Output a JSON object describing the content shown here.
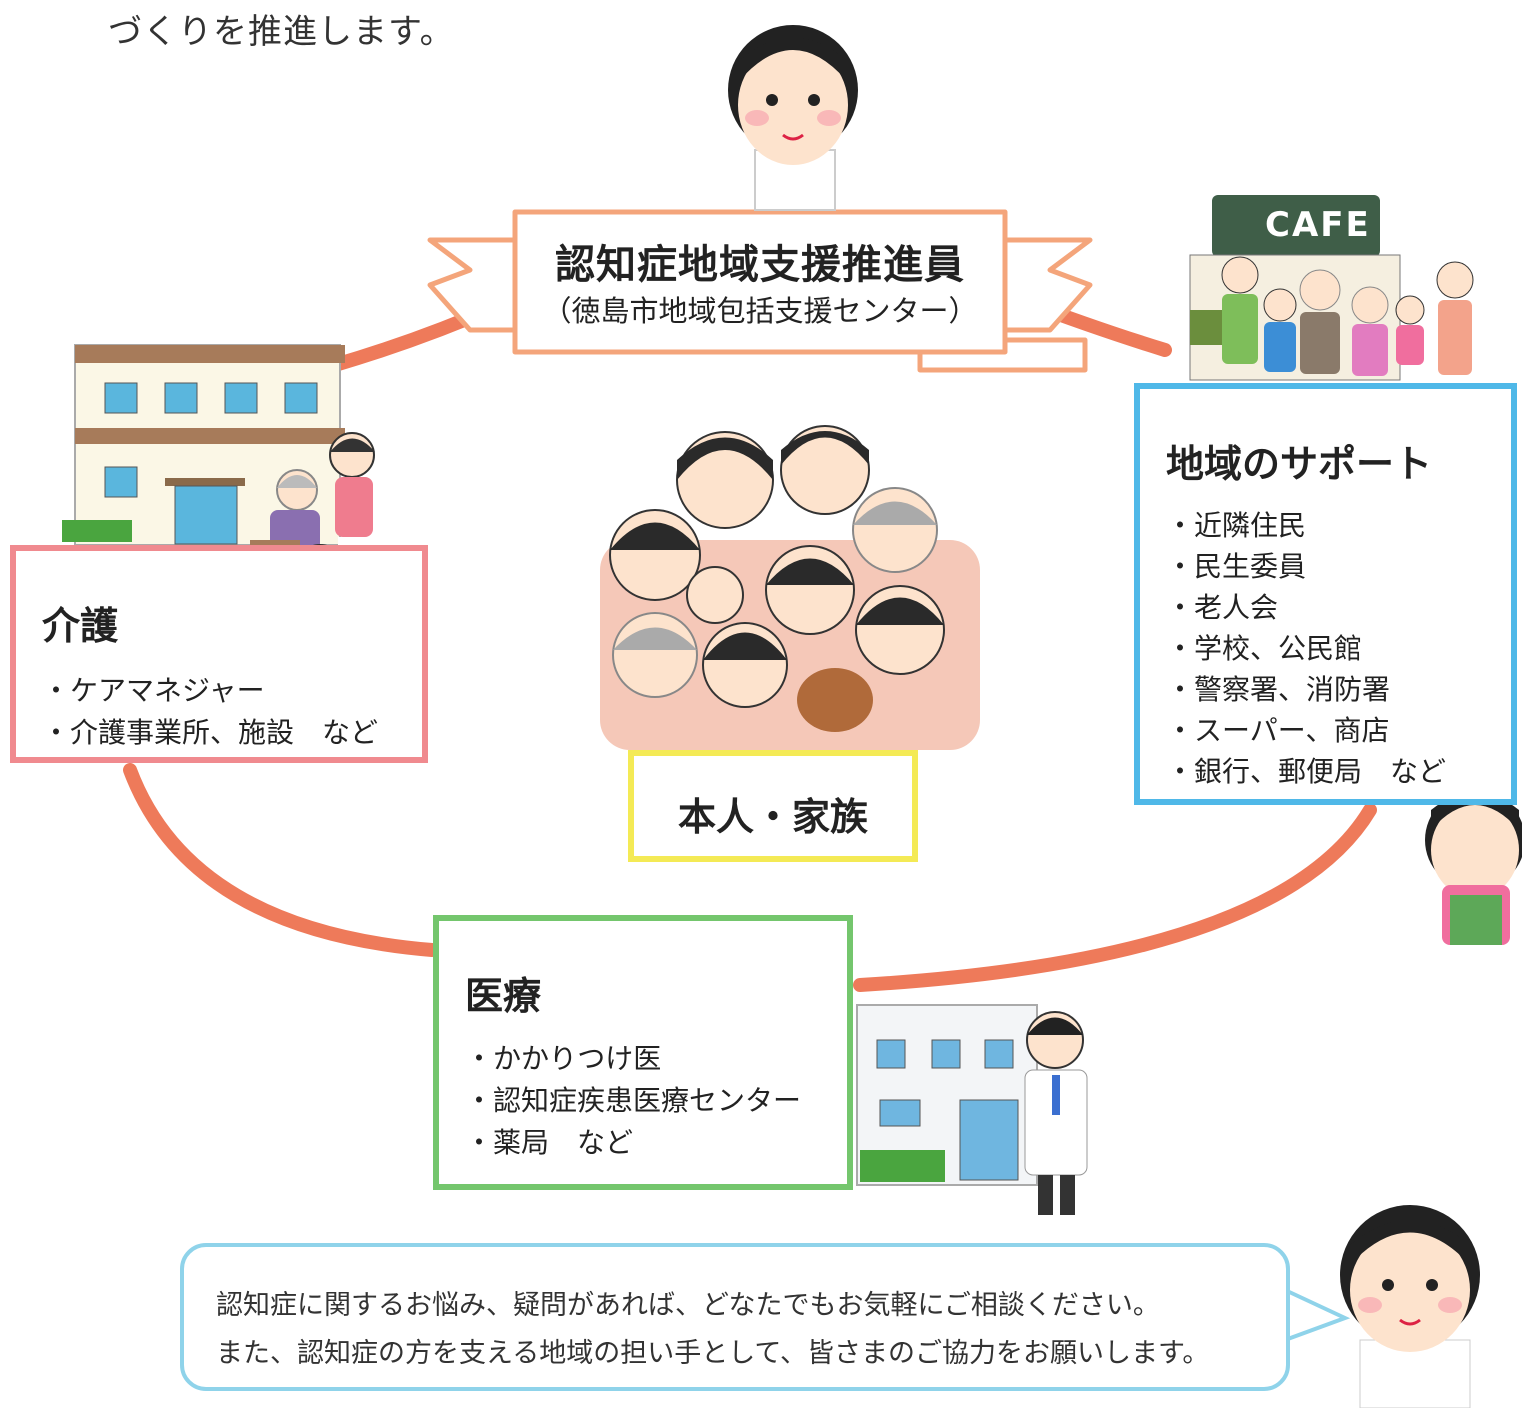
{
  "intro_text": "づくりを推進します。",
  "center_ribbon": {
    "title": "認知症地域支援推進員",
    "subtitle": "（徳島市地域包括支援センター）"
  },
  "kaigo": {
    "title": "介護",
    "items": [
      "・ケアマネジャー",
      "・介護事業所、施設　など"
    ]
  },
  "iryo": {
    "title": "医療",
    "items": [
      "・かかりつけ医",
      "・認知症疾患医療センター",
      "・薬局　など"
    ]
  },
  "chiiki": {
    "title": "地域のサポート",
    "items": [
      "・近隣住民",
      "・民生委員",
      "・老人会",
      "・学校、公民館",
      "・警察署、消防署",
      "・スーパー、商店",
      "・銀行、郵便局　など"
    ]
  },
  "honnin": {
    "title": "本人・家族"
  },
  "cafe_sign": "CAFE",
  "message": {
    "line1": "認知症に関するお悩み、疑問があれば、どなたでもお気軽にご相談ください。",
    "line2": "また、認知症の方を支える地域の担い手として、皆さまのご協力をお願いします。"
  },
  "colors": {
    "connector": "#ee7a5a",
    "ribbon": "#f4a57b",
    "kaigo": "#f08a8f",
    "iryo": "#74c66d",
    "chiiki": "#4fb8e8",
    "honnin": "#f4ea55",
    "speech": "#8fd3ea"
  },
  "icons": [
    "counselor-woman",
    "nursing-home-building",
    "wheelchair-caregiver",
    "cafe-shop",
    "family-group",
    "clinic-building",
    "doctor",
    "shop-clerk-woman"
  ]
}
